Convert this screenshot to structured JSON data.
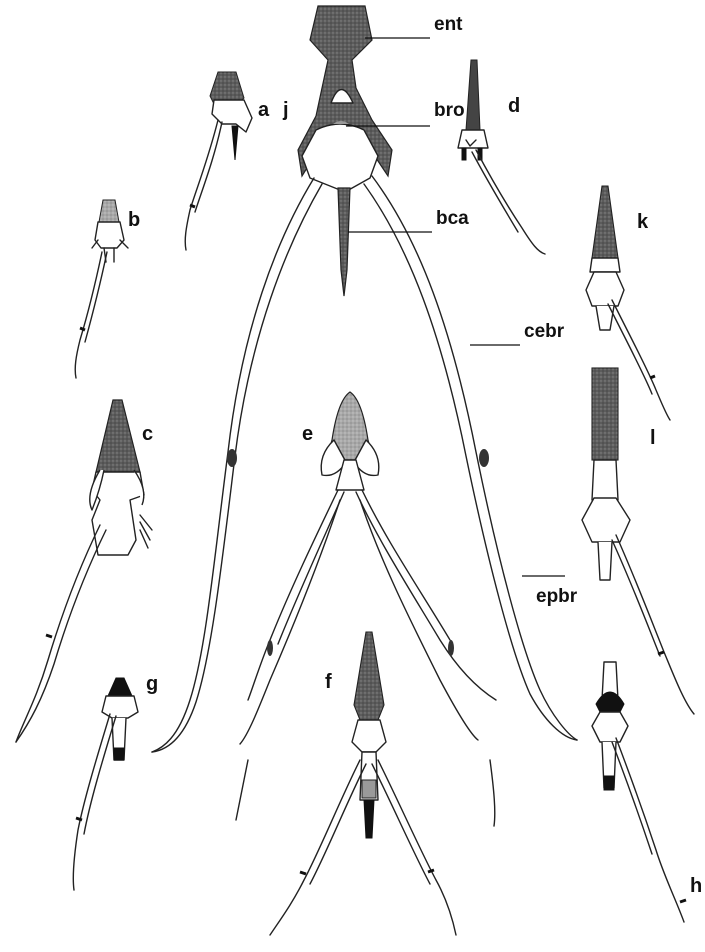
{
  "figure": {
    "specimens": [
      {
        "id": "a",
        "label": "a"
      },
      {
        "id": "b",
        "label": "b"
      },
      {
        "id": "c",
        "label": "c"
      },
      {
        "id": "d",
        "label": "d"
      },
      {
        "id": "e",
        "label": "e"
      },
      {
        "id": "f",
        "label": "f"
      },
      {
        "id": "g",
        "label": "g"
      },
      {
        "id": "h",
        "label": "h"
      },
      {
        "id": "j",
        "label": "j"
      },
      {
        "id": "k",
        "label": "k"
      },
      {
        "id": "l",
        "label": "l"
      }
    ],
    "annotations": [
      {
        "id": "ent",
        "label": "ent"
      },
      {
        "id": "bro",
        "label": "bro"
      },
      {
        "id": "bca",
        "label": "bca"
      },
      {
        "id": "cebr",
        "label": "cebr"
      },
      {
        "id": "epbr",
        "label": "epbr"
      }
    ]
  }
}
